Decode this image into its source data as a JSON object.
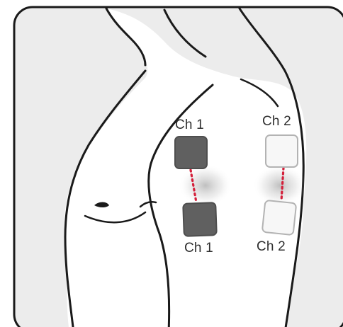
{
  "diagram": {
    "channels": [
      {
        "label_top": "Ch 1",
        "label_bottom": "Ch 1",
        "pad_style": "dark"
      },
      {
        "label_top": "Ch 2",
        "label_bottom": "Ch 2",
        "pad_style": "light"
      }
    ]
  },
  "colors": {
    "background": "#ececec",
    "frame_border": "#1a1a1a",
    "outline": "#1a1a1a",
    "skin": "#ffffff",
    "pad_dark": "#606060",
    "pad_light": "#f7f7f7",
    "connector": "#d41f3a",
    "label_text": "#2f2f2f"
  }
}
